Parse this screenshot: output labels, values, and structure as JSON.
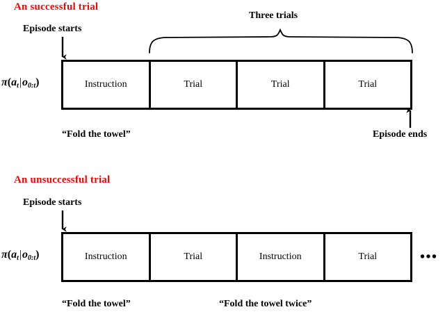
{
  "figure": {
    "policy_notation": {
      "pi": "π",
      "open": "(",
      "action": "a",
      "action_sub": "t",
      "bar": "|",
      "obs": "o",
      "obs_sub": "0:t",
      "close": ")"
    }
  },
  "rows": [
    {
      "id": "successful",
      "title": "An successful trial",
      "title_color": "#ff0000",
      "start_label": "Episode starts",
      "end_label": "Episode ends",
      "brace_label": "Three trials",
      "cells": [
        {
          "label": "Instruction"
        },
        {
          "label": "Trial"
        },
        {
          "label": "Trial"
        },
        {
          "label": "Trial"
        }
      ],
      "captions": [
        {
          "text": "“Fold the towel”"
        }
      ],
      "ellipsis": ""
    },
    {
      "id": "unsuccessful",
      "title": "An unsuccessful trial",
      "title_color": "#ff0000",
      "start_label": "Episode starts",
      "end_label": "",
      "brace_label": "",
      "cells": [
        {
          "label": "Instruction"
        },
        {
          "label": "Trial"
        },
        {
          "label": "Instruction"
        },
        {
          "label": "Trial"
        }
      ],
      "captions": [
        {
          "text": "“Fold the towel”"
        },
        {
          "text": "“Fold the towel twice”"
        }
      ],
      "ellipsis": "•••"
    }
  ]
}
